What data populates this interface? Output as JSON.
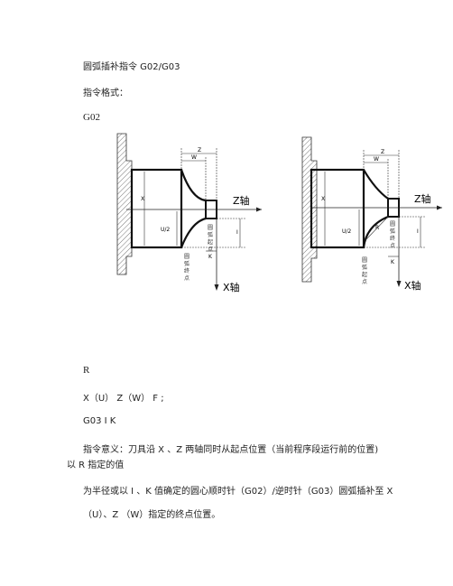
{
  "doc": {
    "title": "圆弧插补指令 G02/G03",
    "format_label": "指令格式：",
    "g02_label": "G02",
    "r_label": "R",
    "params_line": "X（U）   Z（W）   F   ;",
    "g03_line": "G03 I    K",
    "meaning_line1": "指令意义：刀具沿 X 、Z 两轴同时从起点位置（当前程序段运行前的位置)",
    "meaning_line2": "以 R 指定的值",
    "desc_line1": "为半径或以 I 、K 值确定的圆心顺时针（G02）/逆时针（G03）圆弧插补至 X",
    "desc_line2": "（U）、Z （W）指定的终点位置。"
  },
  "diagrams": {
    "left": {
      "z_axis_label": "Z轴",
      "x_axis_label": "X轴",
      "dim_z": "Z",
      "dim_w": "W",
      "dim_x": "X",
      "dim_u2": "U/2",
      "dim_i": "I",
      "dim_k": "K",
      "note_start": [
        "圆",
        "弧",
        "起",
        "点"
      ],
      "note_end": [
        "圆",
        "弧",
        "终",
        "点"
      ]
    },
    "right": {
      "z_axis_label": "Z轴",
      "x_axis_label": "X轴",
      "dim_z": "Z",
      "dim_w": "W",
      "dim_x": "X",
      "dim_u2": "U/2",
      "dim_i": "I",
      "dim_k": "K",
      "dim_r": "R",
      "note_end": [
        "圆",
        "弧",
        "终",
        "点"
      ],
      "note_start": [
        "圆",
        "弧",
        "起",
        "点"
      ]
    }
  }
}
